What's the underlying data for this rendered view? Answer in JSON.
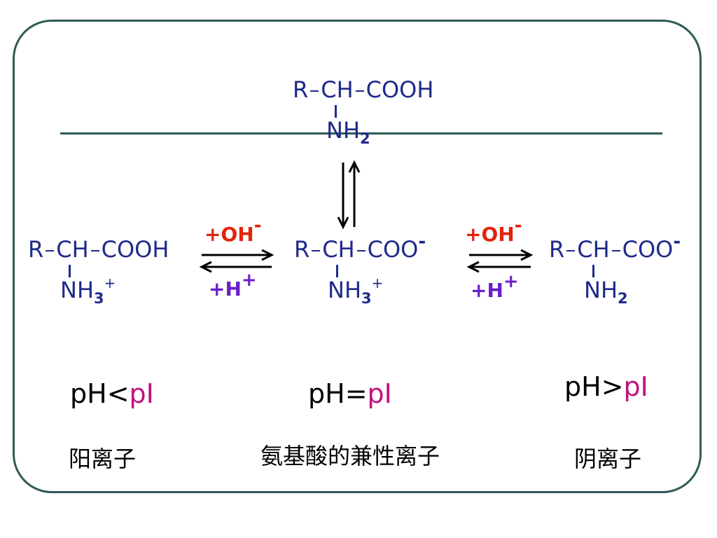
{
  "colors": {
    "frame": "#2f5a58",
    "molecule": "#1f2a8a",
    "oh_reagent": "#e3230c",
    "h_reagent": "#6a1fc8",
    "pI": "#c0127f",
    "text": "#000000"
  },
  "molecules": {
    "neutral": {
      "r": "R",
      "ch": "CH",
      "group": "COOH",
      "amine": "NH",
      "amine_sub": "2"
    },
    "cation": {
      "r": "R",
      "ch": "CH",
      "group": "COOH",
      "amine": "NH",
      "amine_sub": "3",
      "amine_sup": "+"
    },
    "zwitterion": {
      "r": "R",
      "ch": "CH",
      "group": "COO",
      "group_sup": "-",
      "amine": "NH",
      "amine_sub": "3",
      "amine_sup": "+"
    },
    "anion": {
      "r": "R",
      "ch": "CH",
      "group": "COO",
      "group_sup": "-",
      "amine": "NH",
      "amine_sub": "2"
    }
  },
  "reagents": {
    "left_oh": {
      "label": "+OH",
      "charge": "-"
    },
    "left_h": {
      "label": "+H",
      "charge": "+"
    },
    "right_oh": {
      "label": "+OH",
      "charge": "-"
    },
    "right_h": {
      "label": "+H",
      "charge": "+"
    }
  },
  "conditions": {
    "left": {
      "prefix": "pH<",
      "pi": "pI"
    },
    "center": {
      "prefix": "pH=",
      "pi": "pI"
    },
    "right": {
      "prefix": "pH>",
      "pi": "pI"
    }
  },
  "labels": {
    "left": "阳离子",
    "center": "氨基酸的兼性离子",
    "right": "阴离子"
  }
}
